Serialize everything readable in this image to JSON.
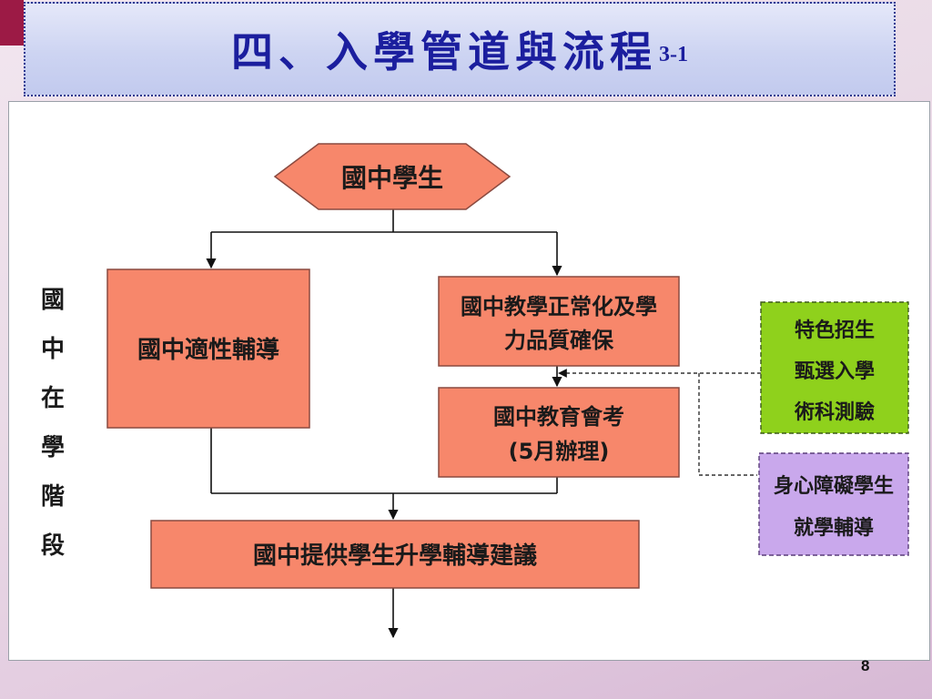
{
  "title": {
    "main": "四、入學管道與流程",
    "suffix": "3-1"
  },
  "flowchart": {
    "start": "國中學生",
    "left_box": "國中適性輔導",
    "right_top": [
      "國中教學正常化及學",
      "力品質確保"
    ],
    "right_mid": [
      "國中教育會考",
      "(5月辦理)"
    ],
    "bottom": "國中提供學生升學輔導建議",
    "side_green": [
      "特色招生",
      "甄選入學",
      "術科測驗"
    ],
    "side_purple": [
      "身心障礙學生",
      "就學輔導"
    ],
    "stage_label": [
      "國",
      "中",
      "在",
      "學",
      "階",
      "段"
    ]
  },
  "colors": {
    "box_fill": "#f7876b",
    "box_border": "#8a4a40",
    "green_fill": "#8fd11c",
    "purple_fill": "#c9a8ec",
    "title_text": "#1b1e9e"
  },
  "page_number": "8"
}
